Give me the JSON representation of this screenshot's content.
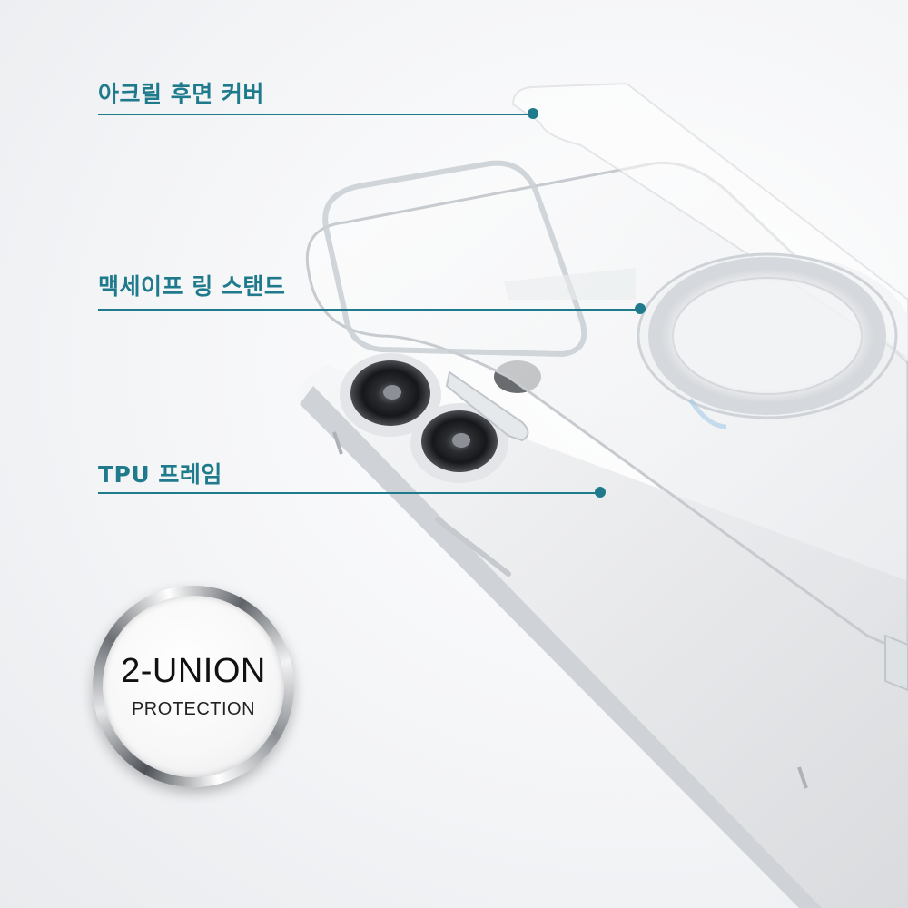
{
  "accent_color": "#1f7b8c",
  "callouts": [
    {
      "label": "아크릴 후면 커버"
    },
    {
      "label": "맥세이프 링 스탠드"
    },
    {
      "label": "TPU 프레임"
    }
  ],
  "badge": {
    "title": "2-UNION",
    "subtitle": "PROTECTION"
  }
}
